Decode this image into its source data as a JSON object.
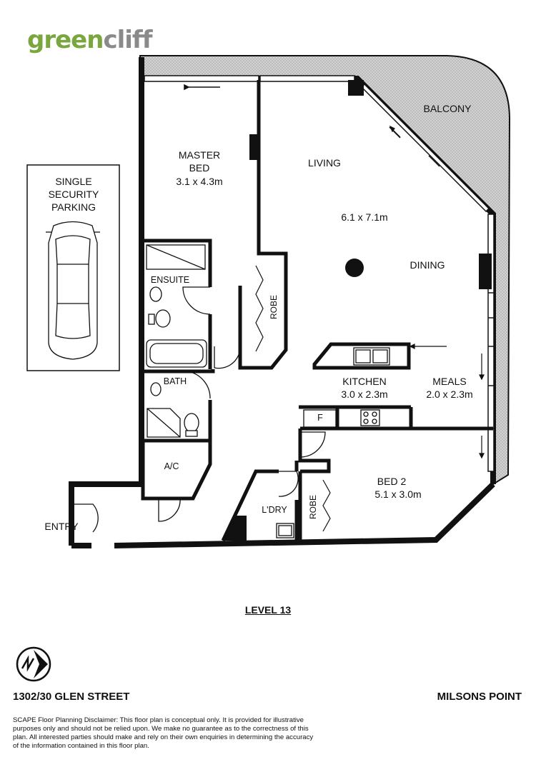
{
  "brand": {
    "name_part1": "green",
    "name_part2": "cliff",
    "color_green": "#7aa640",
    "color_gray": "#8a8a8a"
  },
  "rooms": {
    "master_bed": {
      "name_line1": "MASTER",
      "name_line2": "BED",
      "size": "3.1 x 4.3m"
    },
    "living": {
      "name": "LIVING",
      "size": "6.1 x 7.1m"
    },
    "dining": {
      "name": "DINING"
    },
    "balcony": {
      "name": "BALCONY"
    },
    "ensuite": {
      "name": "ENSUITE"
    },
    "robe_master": {
      "name": "ROBE"
    },
    "bath": {
      "name": "BATH"
    },
    "kitchen": {
      "name": "KITCHEN",
      "size": "3.0 x 2.3m"
    },
    "meals": {
      "name": "MEALS",
      "size": "2.0 x 2.3m"
    },
    "fridge": {
      "name": "F"
    },
    "ac": {
      "name": "A/C"
    },
    "laundry": {
      "name": "L'DRY"
    },
    "robe_bed2": {
      "name": "ROBE"
    },
    "bed2": {
      "name": "BED 2",
      "size": "5.1 x 3.0m"
    },
    "entry": {
      "name": "ENTRY"
    }
  },
  "parking": {
    "line1": "SINGLE",
    "line2": "SECURITY",
    "line3": "PARKING"
  },
  "level_label": "LEVEL 13",
  "address": "1302/30 GLEN STREET",
  "suburb": "MILSONS POINT",
  "disclaimer": "SCAPE Floor Planning Disclaimer:    This floor plan is conceptual only. It is provided for illustrative purposes only and should not be relied upon. We make no guarantee as to the correctness of this plan. All interested parties should make and rely on their own enquiries in determining the accuracy of the information contained in this floor plan.",
  "colors": {
    "wall": "#111111",
    "balcony_fill": "#cfcfcf"
  }
}
